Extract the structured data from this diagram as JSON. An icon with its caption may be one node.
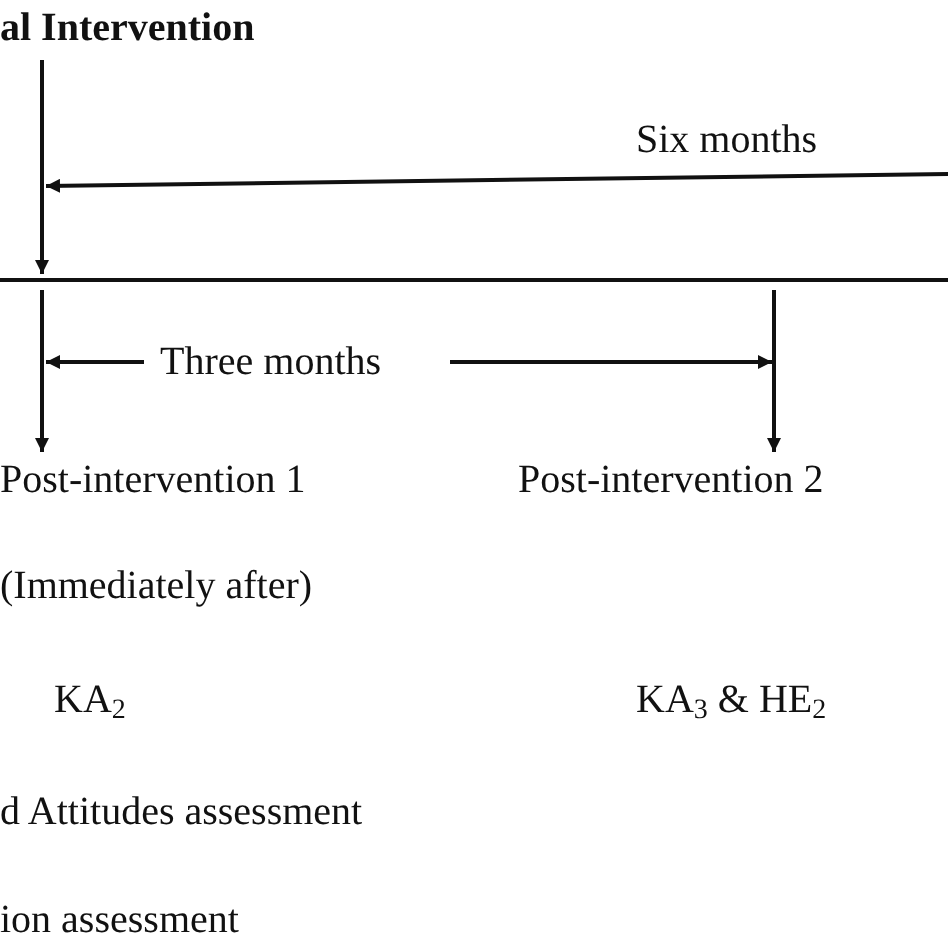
{
  "diagram": {
    "nodes": [
      {
        "text": [
          "al Intervention"
        ]
      },
      {
        "text": [
          "Post-intervention 1"
        ],
        "beside": [
          "(Immediately after)"
        ]
      },
      {
        "text": [
          "Post-intervention 2"
        ]
      },
      {
        "text": [],
        "shape": "bar"
      }
    ],
    "edges": [
      {
        "from": 0,
        "to": 3,
        "arrow": "to"
      },
      {
        "from": 3,
        "to": 1,
        "arrow": "to"
      },
      {
        "from": 3,
        "to": 2,
        "arrow": "to"
      }
    ],
    "labels": [
      "Six months",
      "Three months",
      "KA$_{2}$",
      "KA$_{3}$ & HE$_{2}$",
      "d Attitudes assessment",
      "ion assessment"
    ]
  }
}
